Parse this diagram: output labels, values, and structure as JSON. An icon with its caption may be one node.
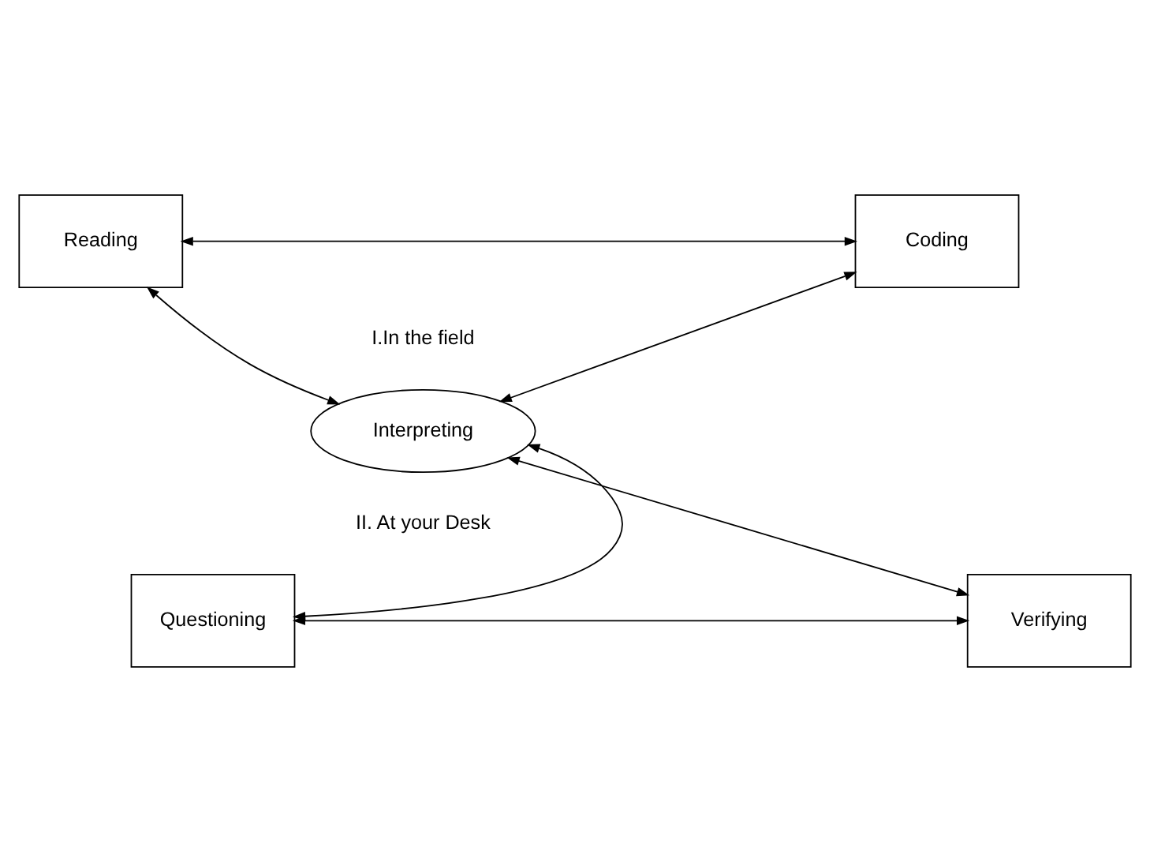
{
  "diagram": {
    "nodes": [
      {
        "text": [
          "Reading"
        ]
      },
      {
        "text": [
          "Coding"
        ]
      },
      {
        "text": [
          "Interpreting"
        ],
        "beside": [
          "I.In the field",
          "II. At your Desk"
        ]
      },
      {
        "text": [
          "Questioning"
        ]
      },
      {
        "text": [
          "Verifying"
        ]
      }
    ],
    "edges": [
      {
        "from": 0,
        "to": 1,
        "arrow": "both"
      },
      {
        "from": 0,
        "to": 2,
        "arrow": "both"
      },
      {
        "from": 1,
        "to": 2,
        "arrow": "both"
      },
      {
        "from": 3,
        "to": 2,
        "arrow": "both"
      },
      {
        "from": 2,
        "to": 4,
        "arrow": "both"
      },
      {
        "from": 3,
        "to": 4,
        "arrow": "both"
      }
    ]
  }
}
